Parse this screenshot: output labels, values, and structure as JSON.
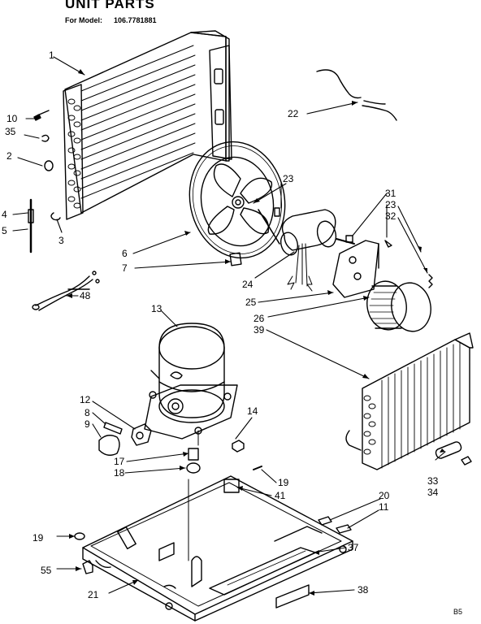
{
  "header": {
    "title": "UNIT PARTS",
    "model_label": "For Model:",
    "model_number": "106.7781881"
  },
  "callouts": [
    "1",
    "10",
    "35",
    "2",
    "4",
    "5",
    "3",
    "22",
    "23",
    "31",
    "23",
    "32",
    "6",
    "7",
    "24",
    "48",
    "25",
    "26",
    "39",
    "13",
    "12",
    "8",
    "9",
    "14",
    "17",
    "18",
    "19",
    "41",
    "20",
    "11",
    "33",
    "34",
    "19",
    "37",
    "55",
    "21",
    "38"
  ],
  "corner_code": "B5"
}
